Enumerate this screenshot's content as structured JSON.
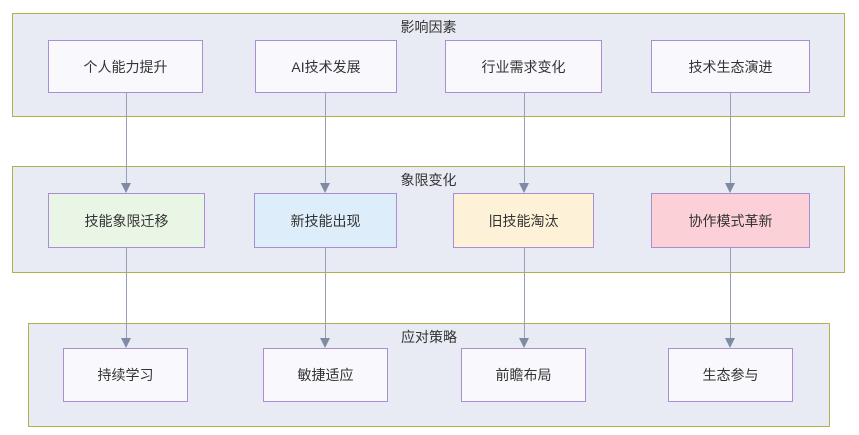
{
  "diagram": {
    "bands": [
      {
        "title": "影响因素",
        "nodes": [
          {
            "label": "个人能力提升",
            "fill": "#f8f8fd"
          },
          {
            "label": "AI技术发展",
            "fill": "#f8f8fd"
          },
          {
            "label": "行业需求变化",
            "fill": "#f8f8fd"
          },
          {
            "label": "技术生态演进",
            "fill": "#f8f8fd"
          }
        ]
      },
      {
        "title": "象限变化",
        "nodes": [
          {
            "label": "技能象限迁移",
            "fill": "#e9f5e5"
          },
          {
            "label": "新技能出现",
            "fill": "#ddeefa"
          },
          {
            "label": "旧技能淘汰",
            "fill": "#fdf2d8"
          },
          {
            "label": "协作模式革新",
            "fill": "#fcd0d7"
          }
        ]
      },
      {
        "title": "应对策略",
        "nodes": [
          {
            "label": "持续学习",
            "fill": "#f8f8fd"
          },
          {
            "label": "敏捷适应",
            "fill": "#f8f8fd"
          },
          {
            "label": "前瞻布局",
            "fill": "#f8f8fd"
          },
          {
            "label": "生态参与",
            "fill": "#f8f8fd"
          }
        ]
      }
    ],
    "edges": [
      {
        "from": "个人能力提升",
        "to": "技能象限迁移"
      },
      {
        "from": "AI技术发展",
        "to": "新技能出现"
      },
      {
        "from": "行业需求变化",
        "to": "旧技能淘汰"
      },
      {
        "from": "技术生态演进",
        "to": "协作模式革新"
      },
      {
        "from": "技能象限迁移",
        "to": "持续学习"
      },
      {
        "from": "新技能出现",
        "to": "敏捷适应"
      },
      {
        "from": "旧技能淘汰",
        "to": "前瞻布局"
      },
      {
        "from": "协作模式革新",
        "to": "生态参与"
      }
    ],
    "colors": {
      "band_fill": "#e8ebf4",
      "band_border": "#b1b14e",
      "node_border": "#a98ed6",
      "node_fill_default": "#f8f8fd",
      "node_fill_green": "#e9f5e5",
      "node_fill_blue": "#ddeefa",
      "node_fill_cream": "#fdf2d8",
      "node_fill_pink": "#fcd0d7",
      "arrow": "#7e8ba3",
      "text": "#333333"
    }
  }
}
